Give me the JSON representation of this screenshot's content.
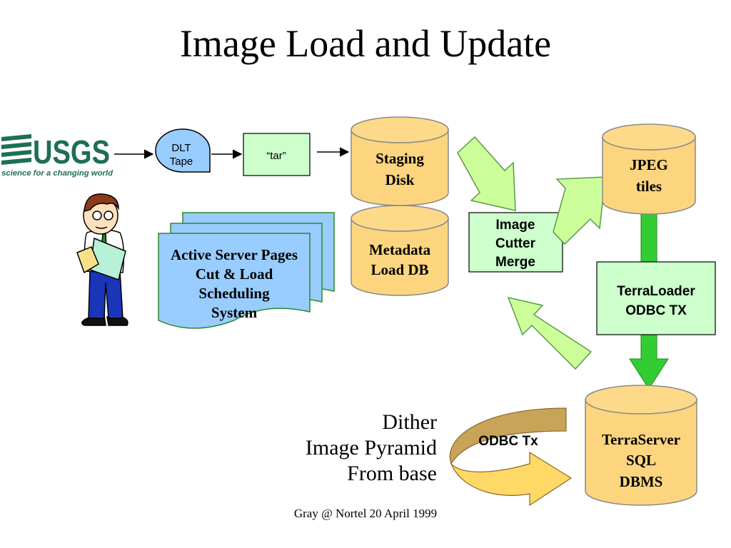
{
  "title": "Image Load and Update",
  "logo": {
    "text": "USGS",
    "tagline": "science for a changing world"
  },
  "nodes": {
    "dlt_tape": [
      "DLT",
      "Tape"
    ],
    "tar": "“tar”",
    "staging_disk": [
      "Staging",
      "Disk"
    ],
    "metadata_db": [
      "Metadata",
      "Load DB"
    ],
    "asp": [
      "Active Server Pages",
      "Cut & Load",
      "Scheduling",
      "System"
    ],
    "image_cutter": [
      "Image",
      "Cutter",
      "Merge"
    ],
    "jpeg_tiles": [
      "JPEG",
      "tiles"
    ],
    "terraloader": [
      "TerraLoader",
      "ODBC TX"
    ],
    "terraserver": [
      "TerraServer",
      "SQL",
      "DBMS"
    ],
    "odbc_tx": "ODBC Tx"
  },
  "dither_text": [
    "Dither",
    "Image Pyramid",
    "From base"
  ],
  "footer": "Gray @ Nortel 20 April 1999",
  "colors": {
    "cylinder_fill": "#fcd57e",
    "cylinder_stroke": "#8a8a8a",
    "box_fill": "#ccffcc",
    "doc_fill": "#99ccff",
    "doc_stroke": "#2a8a2a",
    "arrow_light": "#ccff99",
    "arrow_green": "#33cc33",
    "curved_dark": "#c8a458",
    "curved_light": "#ffd966",
    "usgs_green": "#1f6f52"
  }
}
